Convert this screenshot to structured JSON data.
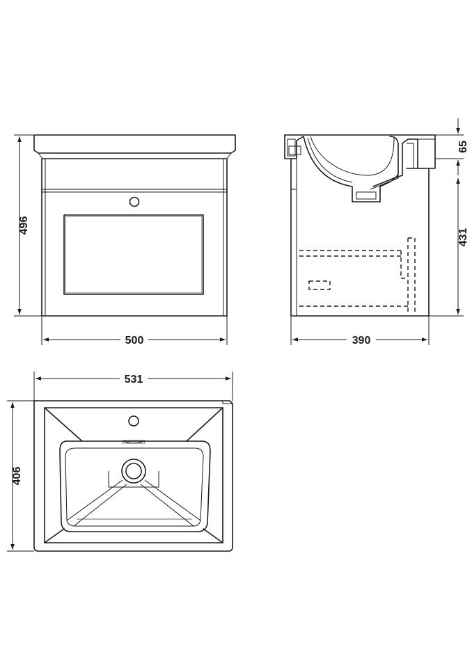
{
  "dimensions": {
    "front_height": "496",
    "front_width": "500",
    "side_top": "65",
    "side_height": "431",
    "side_depth": "390",
    "basin_width": "531",
    "basin_depth": "406"
  }
}
